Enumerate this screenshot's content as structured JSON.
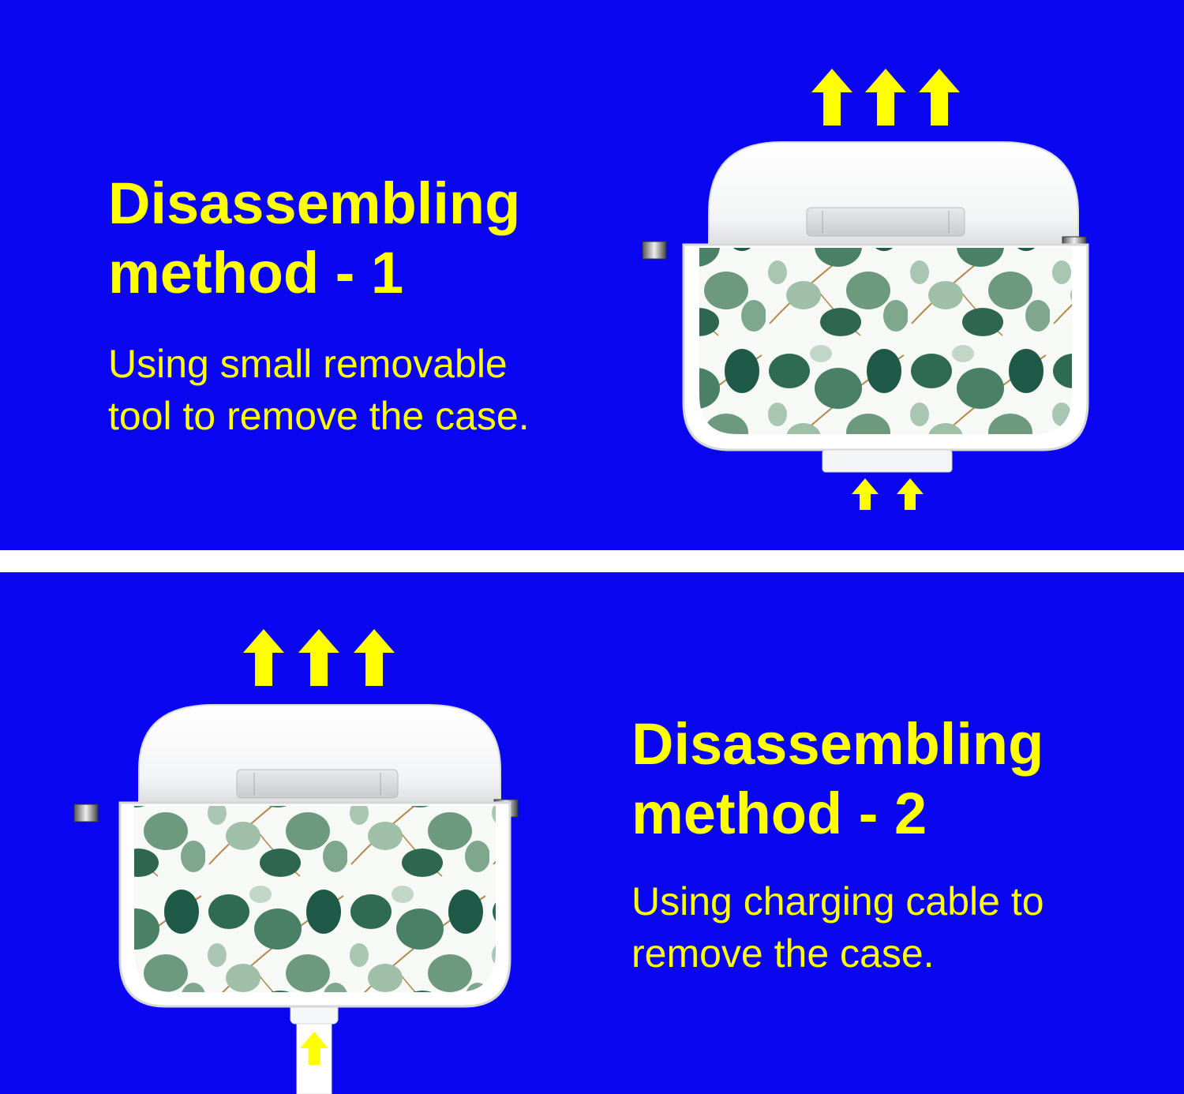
{
  "colors": {
    "background": "#0A06F2",
    "text": "#FFFF00",
    "arrow": "#FFFF00",
    "divider": "#FFFFFF"
  },
  "method_1": {
    "title_line_1": "Disassembling",
    "title_line_2": "method - 1",
    "desc_line_1": "Using small removable",
    "desc_line_2": "tool to remove the case.",
    "illustration": "earbuds-case-with-tool-illustration",
    "top_arrow_icon": "arrow-up-icon",
    "bottom_arrow_icon": "arrow-up-icon"
  },
  "method_2": {
    "title_line_1": "Disassembling",
    "title_line_2": "method - 2",
    "desc_line_1": "Using charging cable to",
    "desc_line_2": "remove the case.",
    "illustration": "earbuds-case-with-cable-illustration",
    "top_arrow_icon": "arrow-up-icon",
    "cable_arrow_icon": "arrow-up-icon"
  }
}
